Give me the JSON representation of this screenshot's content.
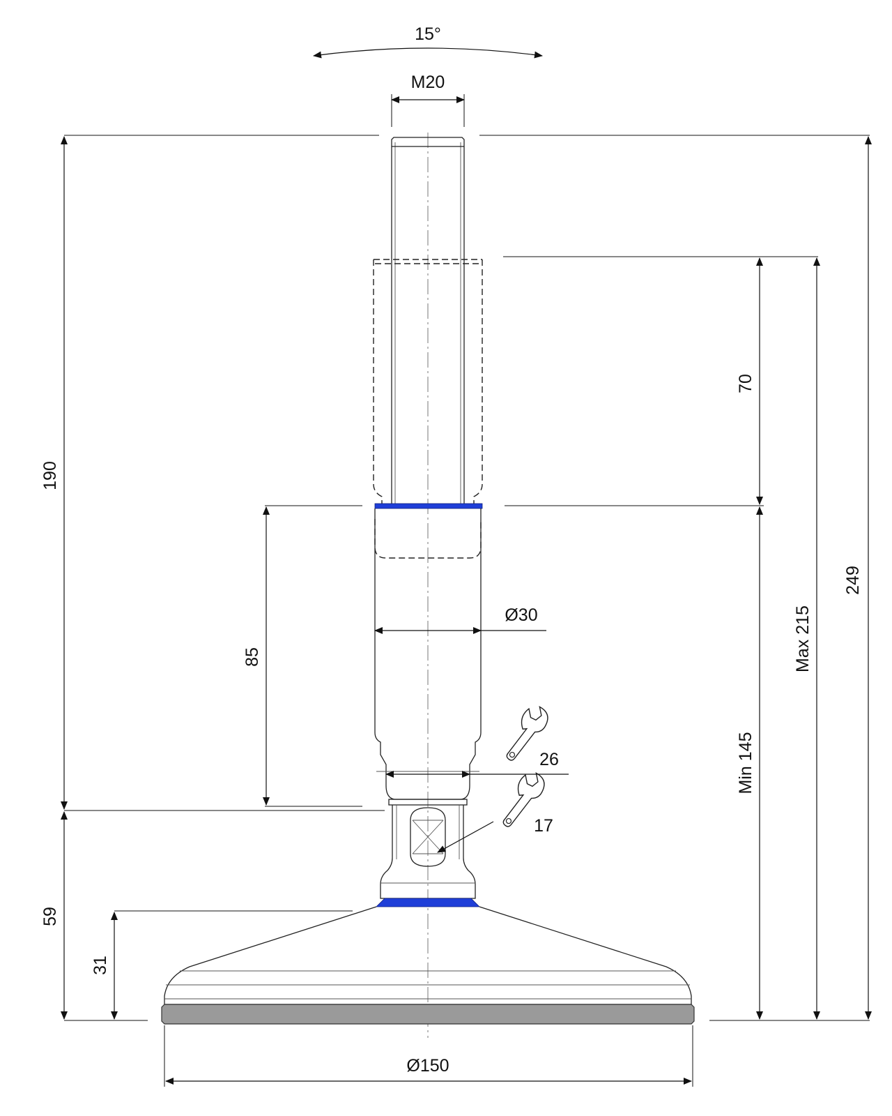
{
  "dimensions": {
    "tilt_angle": "15°",
    "thread": "M20",
    "height_190": "190",
    "height_85": "85",
    "height_59": "59",
    "height_31": "31",
    "height_70": "70",
    "height_min": "Min 145",
    "height_max": "Max 215",
    "height_total": "249",
    "diameter_tube": "Ø30",
    "diameter_base": "Ø150",
    "wrench_26": "26",
    "wrench_17": "17"
  },
  "colors": {
    "accent_blue": "#1f3fd8",
    "rubber_pad": "#9a9a9a",
    "line": "#222222"
  }
}
